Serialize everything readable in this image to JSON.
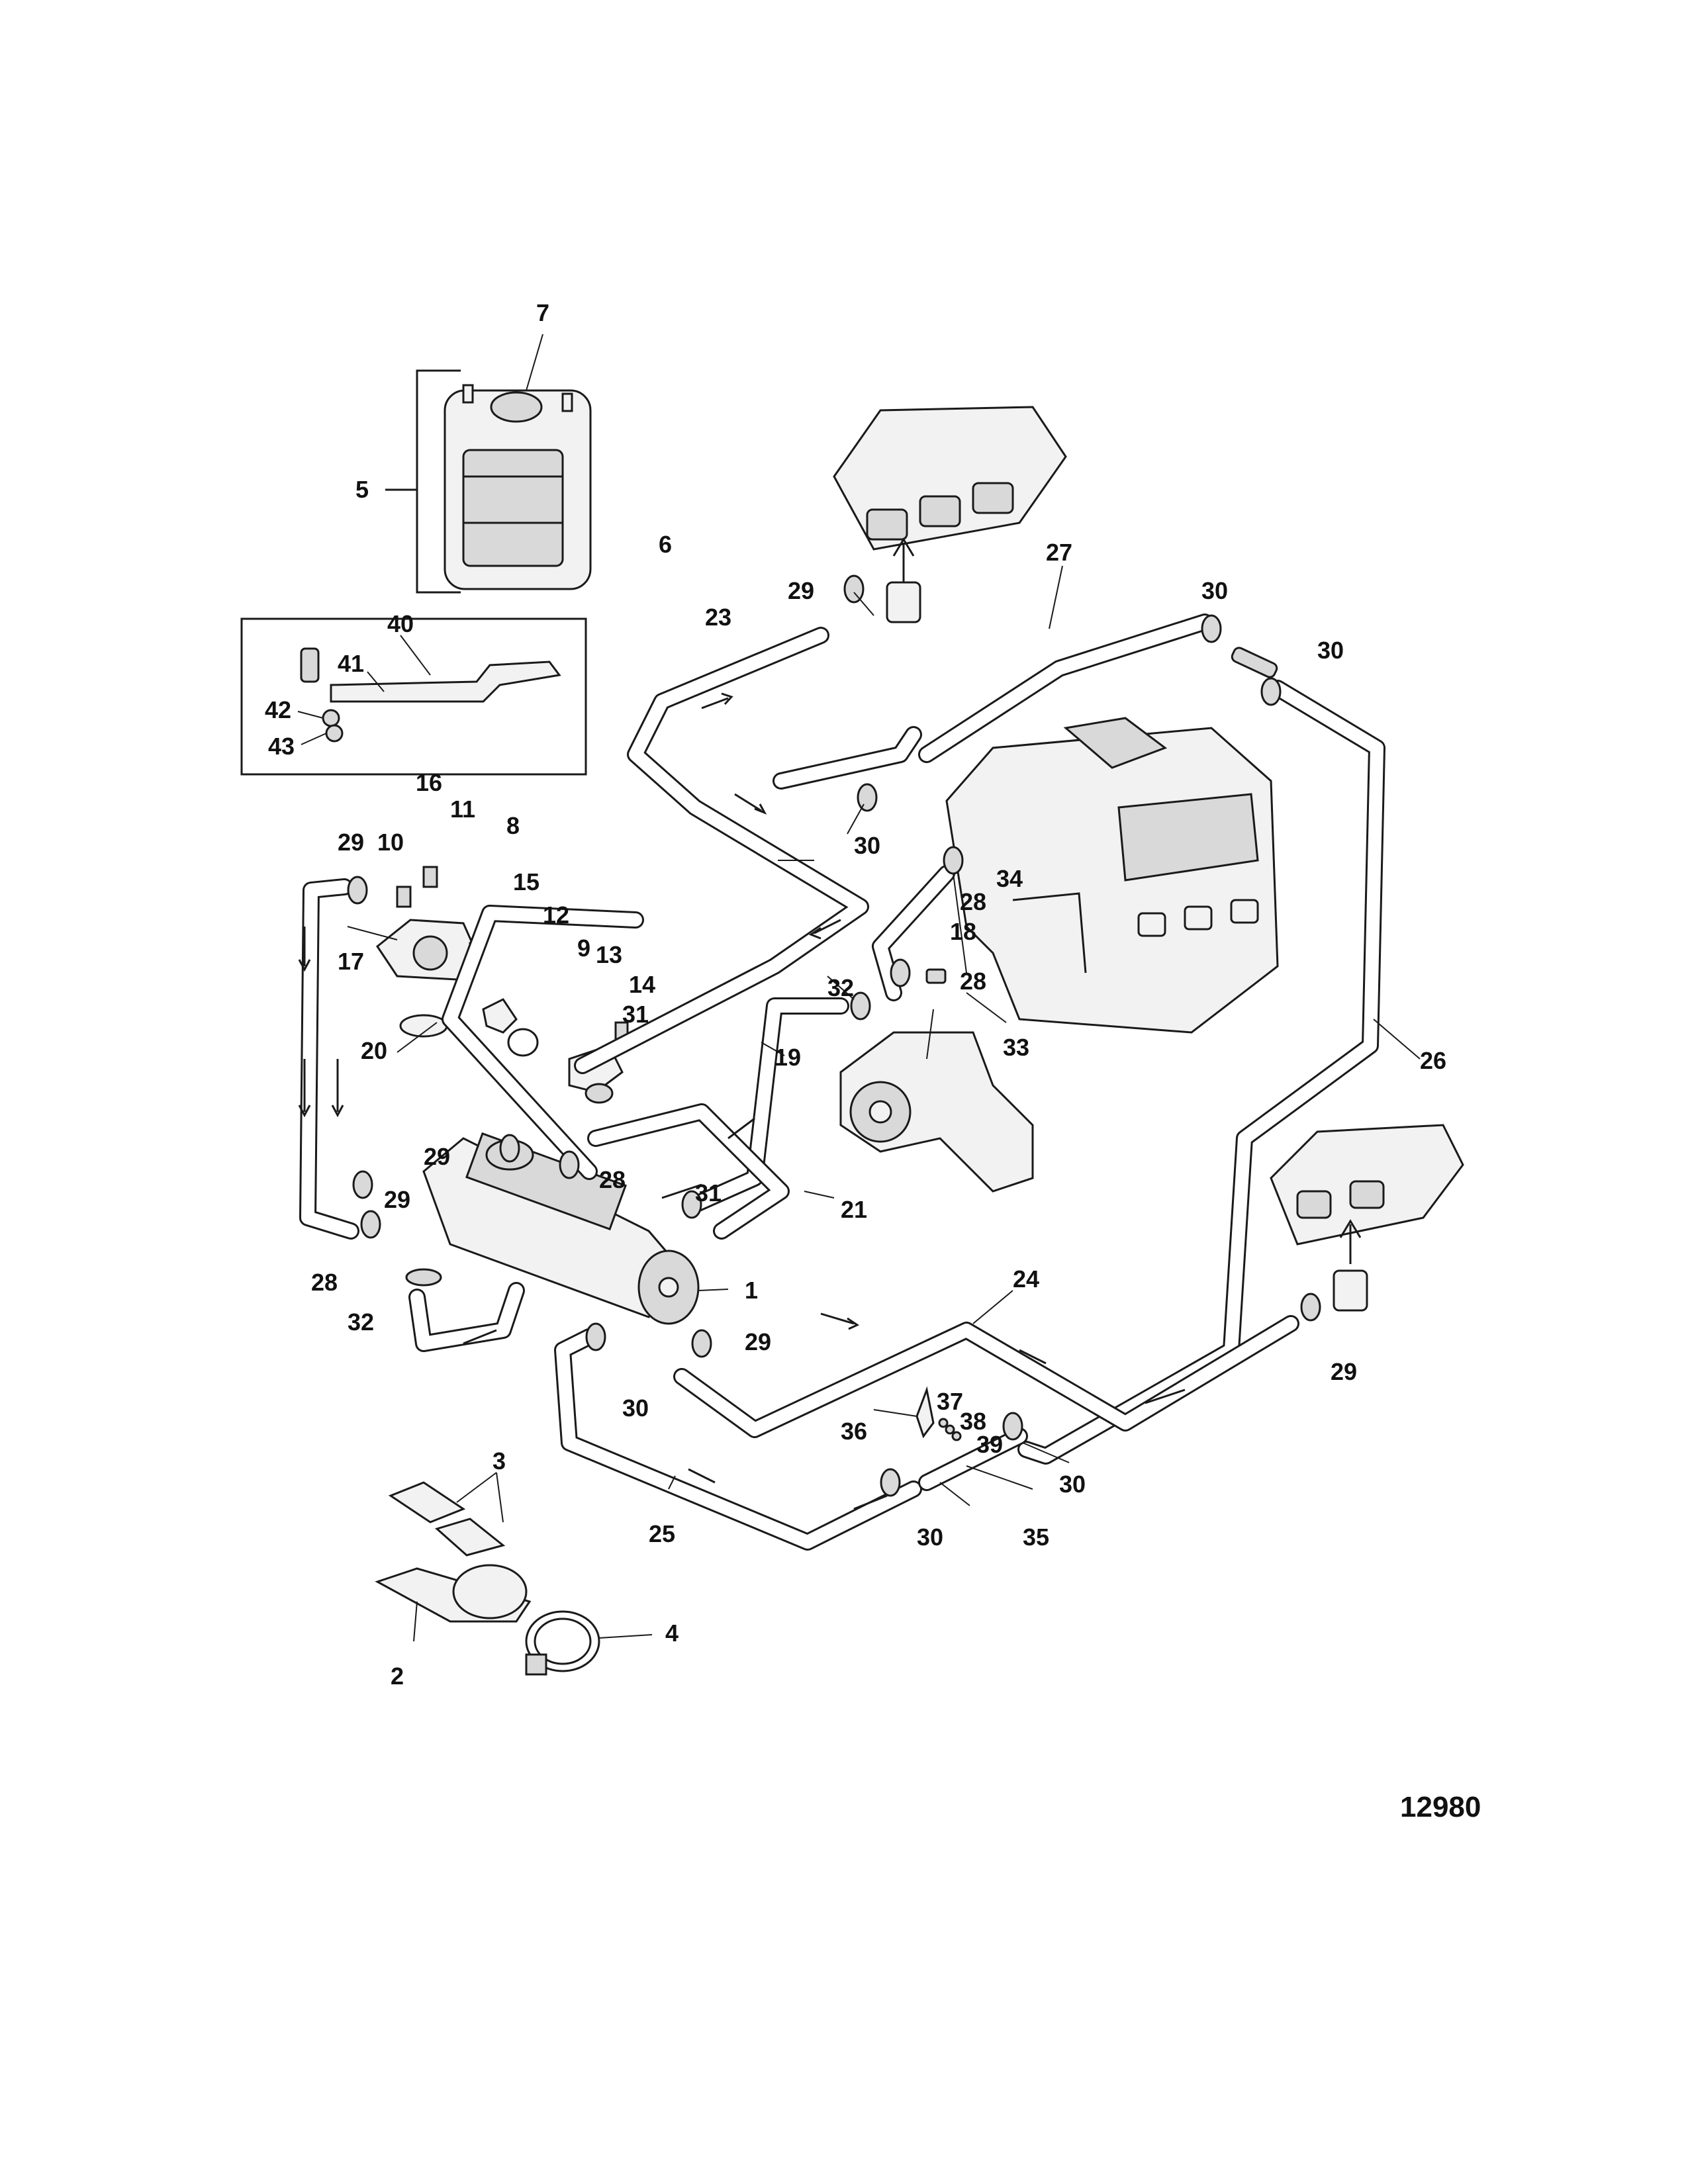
{
  "figure_number": "12980",
  "callouts": [
    "1",
    "2",
    "3",
    "4",
    "5",
    "6",
    "7",
    "8",
    "9",
    "10",
    "11",
    "12",
    "13",
    "14",
    "15",
    "16",
    "17",
    "18",
    "19",
    "20",
    "21",
    "23",
    "24",
    "25",
    "26",
    "27",
    "28",
    "29",
    "30",
    "31",
    "32",
    "33",
    "34",
    "35",
    "36",
    "37",
    "38",
    "39",
    "40",
    "41",
    "42",
    "43"
  ]
}
